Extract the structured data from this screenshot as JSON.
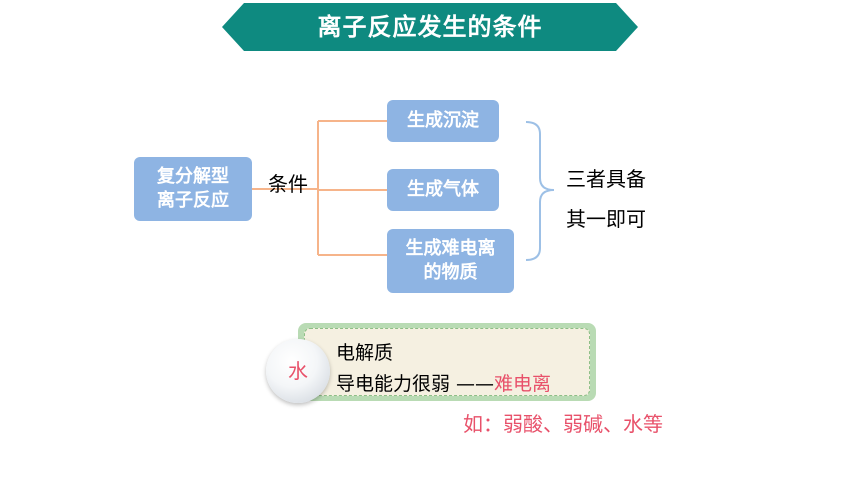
{
  "title": "离子反应发生的条件",
  "main_box": {
    "line1": "复分解型",
    "line2": "离子反应"
  },
  "condition_label": "条件",
  "outcomes": [
    {
      "line1": "生成沉淀",
      "line2": ""
    },
    {
      "line1": "生成气体",
      "line2": ""
    },
    {
      "line1": "生成难电离",
      "line2": "的物质"
    }
  ],
  "summary": {
    "line1": "三者具备",
    "line2": "其一即可"
  },
  "note": {
    "orb_label": "水",
    "line1": "电解质",
    "line2_prefix": "导电能力很弱 ——",
    "line2_highlight": "难电离",
    "example": "如：弱酸、弱碱、水等"
  },
  "colors": {
    "banner": "#0e8a80",
    "box": "#8eb4e3",
    "connector": "#f6b48a",
    "brace": "#9dc0e6",
    "highlight": "#e8516a",
    "note_frame": "#b9dbb4",
    "note_fill": "#f5f0e1"
  }
}
